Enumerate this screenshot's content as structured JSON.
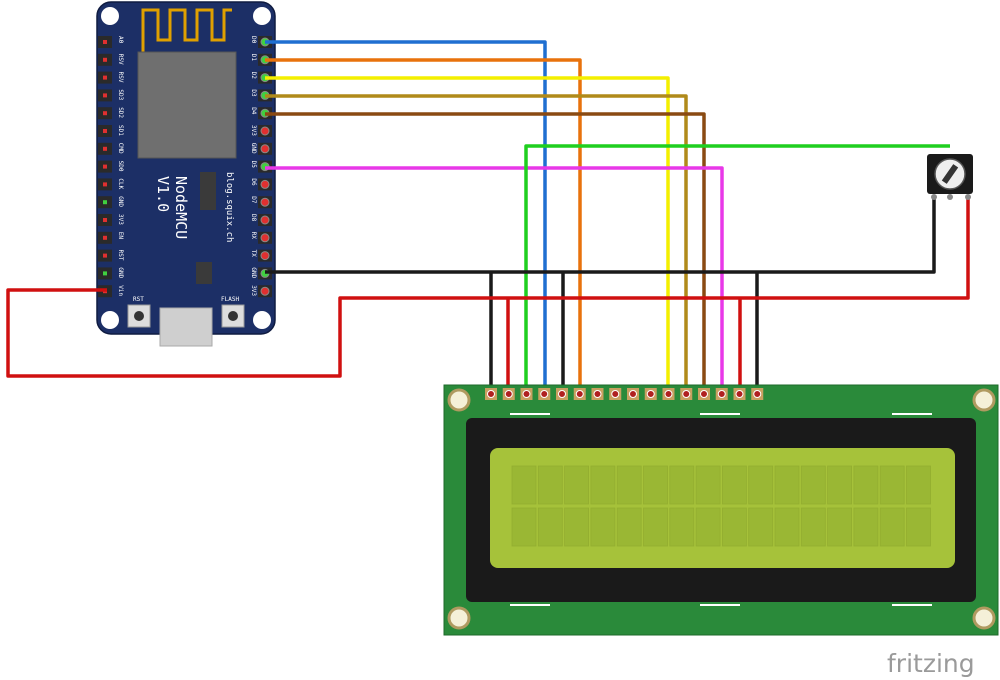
{
  "mcu": {
    "name": "NodeMCU",
    "version": "V1.0",
    "credit": "blog.squix.ch",
    "button_rst": "RST",
    "button_flash": "FLASH",
    "left_pins": [
      "A0",
      "RSV",
      "RSV",
      "SD3",
      "SD2",
      "SD1",
      "CMD",
      "SD0",
      "CLK",
      "GND",
      "3V3",
      "EN",
      "RST",
      "GND",
      "Vin"
    ],
    "right_pins": [
      "D0",
      "D1",
      "D2",
      "D3",
      "D4",
      "3V3",
      "GND",
      "D5",
      "D6",
      "D7",
      "D8",
      "RX",
      "TX",
      "GND",
      "3V3"
    ]
  },
  "watermark": "fritzing",
  "wire_colors": {
    "blue": "#1f6fd1",
    "orange": "#e8720c",
    "yellow": "#f4ef00",
    "dark_yellow": "#b08a1a",
    "brown": "#8a4a12",
    "magenta": "#e838e8",
    "green": "#1fcf1f",
    "black": "#1a1a1a",
    "red": "#d01010"
  },
  "board_colors": {
    "mcu": "#1c2f66",
    "lcd_pcb": "#2a8a3a",
    "lcd_screen": "#a6c23a"
  }
}
